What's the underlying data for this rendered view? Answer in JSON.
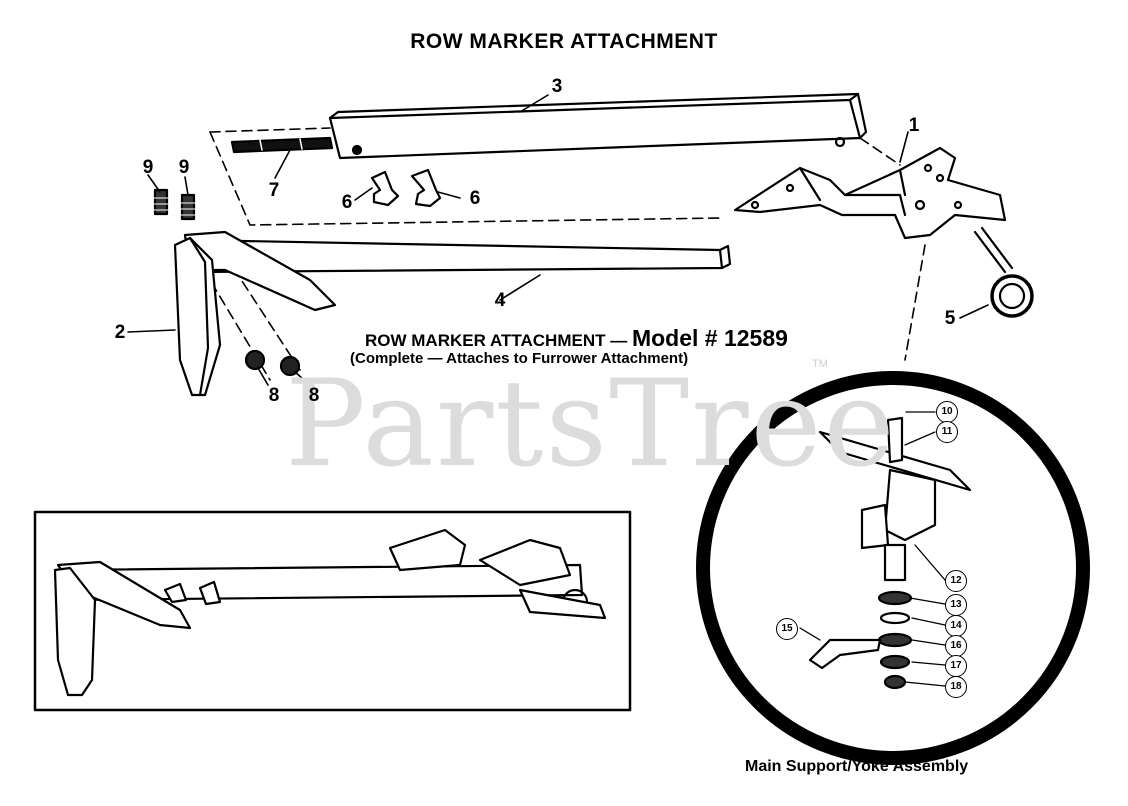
{
  "title": "ROW MARKER ATTACHMENT",
  "model_line": {
    "prefix": "ROW MARKER ATTACHMENT —",
    "model": "Model # 12589"
  },
  "model_subline": "(Complete — Attaches to Furrower Attachment)",
  "watermark": "PartsTree",
  "trademark": "TM",
  "inset_caption": "Main Support/Yoke Assembly",
  "callouts": {
    "c1": "1",
    "c2": "2",
    "c3": "3",
    "c4": "4",
    "c5a": "5",
    "c6a": "6",
    "c6b": "6",
    "c7": "7",
    "c8a": "8",
    "c8b": "8",
    "c9a": "9",
    "c9b": "9"
  },
  "inset_callouts": {
    "c10": "10",
    "c11": "11",
    "c12": "12",
    "c13": "13",
    "c14": "14",
    "c15": "15",
    "c16": "16",
    "c17": "17",
    "c18": "18"
  }
}
